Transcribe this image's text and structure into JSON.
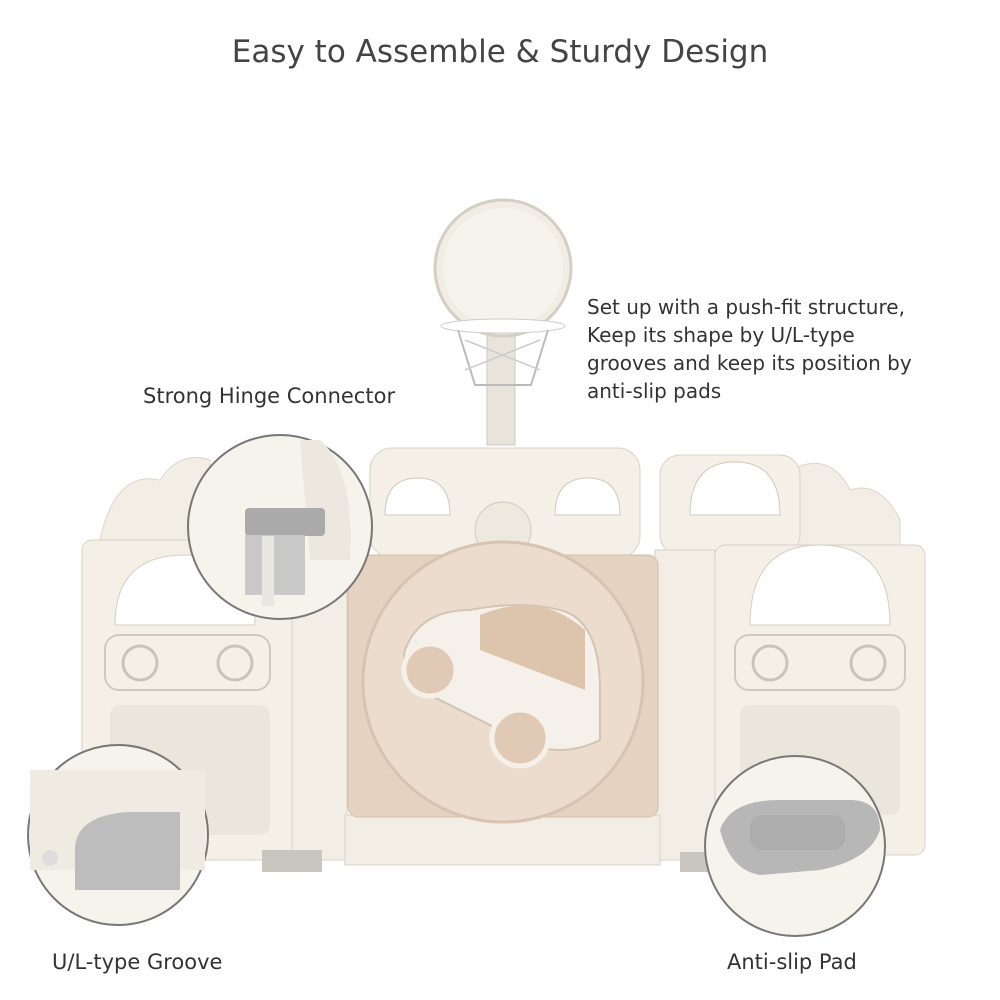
{
  "title": "Easy to Assemble & Sturdy Design",
  "description": {
    "lines": [
      "Set up with a push-fit structure,",
      "Keep its shape by U/L-type",
      "grooves and keep its position by",
      "anti-slip pads"
    ]
  },
  "callouts": {
    "hinge": "Strong Hinge Connector",
    "groove": "U/L-type Groove",
    "pad": "Anti-slip Pad"
  },
  "colors": {
    "panel": "#f4f0e7",
    "door": "#e5d2c0",
    "outline": "#d8d2c6",
    "grey_part": "#b9b9b9"
  }
}
